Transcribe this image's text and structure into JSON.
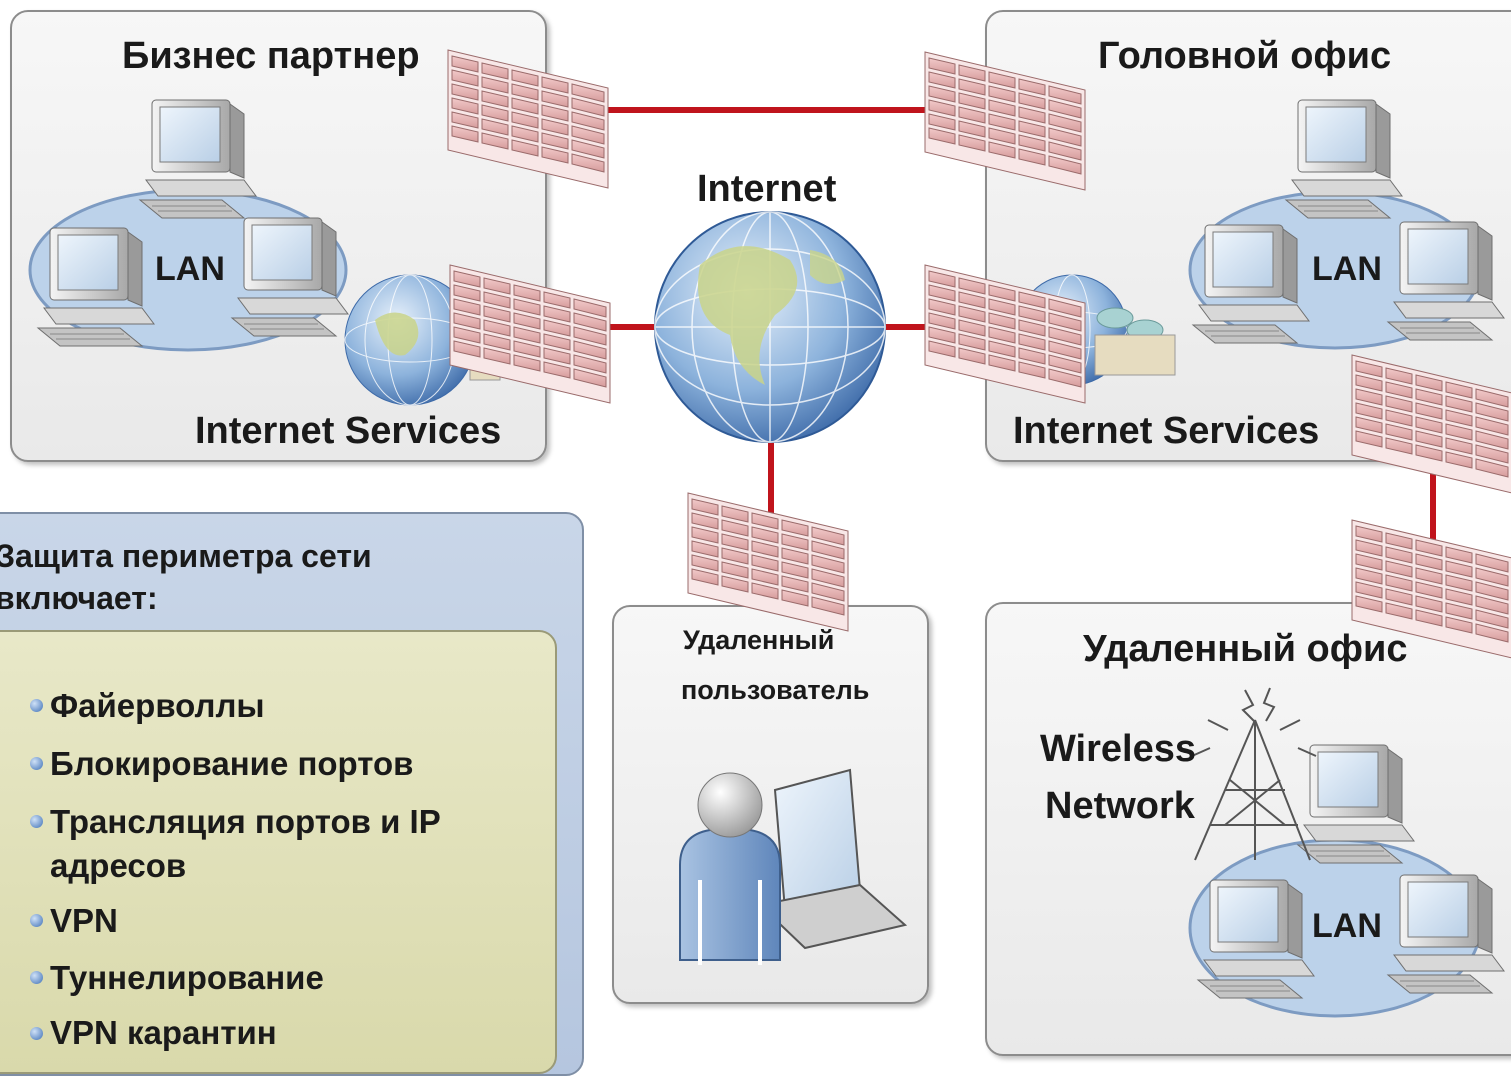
{
  "regions": {
    "business_partner": {
      "title": "Бизнес партнер",
      "lan": "LAN",
      "services": "Internet Services"
    },
    "head_office": {
      "title": "Головной офис",
      "lan": "LAN",
      "services": "Internet Services"
    },
    "internet": {
      "label": "Internet"
    },
    "remote_user": {
      "line1": "Удаленный",
      "line2": "пользователь"
    },
    "remote_office": {
      "title": "Удаленный офис",
      "wireless1": "Wireless",
      "wireless2": "Network",
      "lan": "LAN"
    }
  },
  "perimeter": {
    "heading1": "Защита периметра сети",
    "heading2": "включает:",
    "items": [
      "Файерволлы",
      "Блокирование портов",
      "Трансляция портов и IP",
      "адресов",
      "VPN",
      "Туннелирование",
      "VPN карантин"
    ]
  },
  "colors": {
    "link": "#c0141c",
    "firewall": "#e9b3b3",
    "lan_ring": "#bcd2ea"
  },
  "icons": [
    "firewall-icon",
    "computer-icon",
    "globe-icon",
    "laptop-icon",
    "user-icon",
    "antenna-icon",
    "server-icon"
  ]
}
